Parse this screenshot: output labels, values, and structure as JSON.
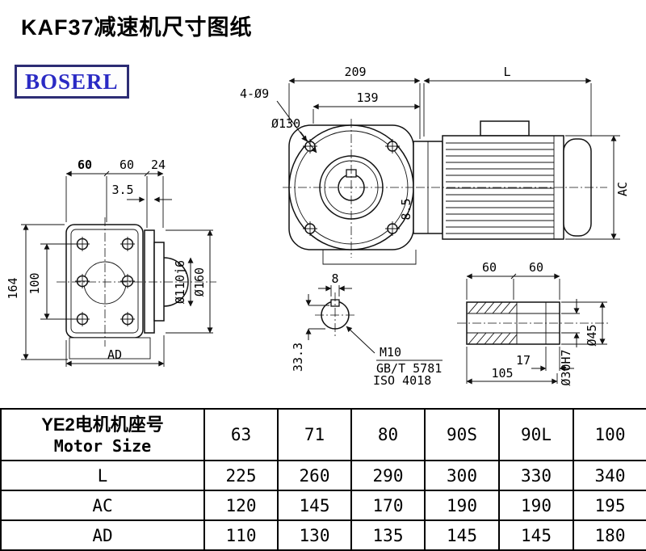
{
  "header": {
    "title": "KAF37减速机尺寸图纸",
    "logo": "BOSERL"
  },
  "drawing": {
    "front": {
      "d209": "209",
      "dL": "L",
      "holes": "4-Ø9",
      "d139": "139",
      "d130": "Ø130",
      "ac": "AC",
      "d85": "8.5"
    },
    "side": {
      "a60": "60",
      "b60": "60",
      "c24": "24",
      "d35": "3.5",
      "h164": "164",
      "h100": "100",
      "d110": "Ø110j6",
      "d160": "Ø160",
      "ad": "AD"
    },
    "shaft_end": {
      "w8": "8",
      "h333": "33.3",
      "m10": "M10",
      "gbt": "GB/T 5781",
      "iso": "ISO 4018"
    },
    "shaft_side": {
      "a60": "60",
      "b60": "60",
      "l17": "17",
      "l105": "105",
      "d30": "Ø30H7",
      "d45": "Ø45"
    }
  },
  "table": {
    "motor_cn": "YE2电机机座号",
    "motor_en": "Motor Size",
    "sizes": [
      "63",
      "71",
      "80",
      "90S",
      "90L",
      "100"
    ],
    "rows": [
      {
        "label": "L",
        "values": [
          "225",
          "260",
          "290",
          "300",
          "330",
          "340"
        ]
      },
      {
        "label": "AC",
        "values": [
          "120",
          "145",
          "170",
          "190",
          "190",
          "195"
        ]
      },
      {
        "label": "AD",
        "values": [
          "110",
          "130",
          "135",
          "145",
          "145",
          "180"
        ]
      }
    ]
  }
}
